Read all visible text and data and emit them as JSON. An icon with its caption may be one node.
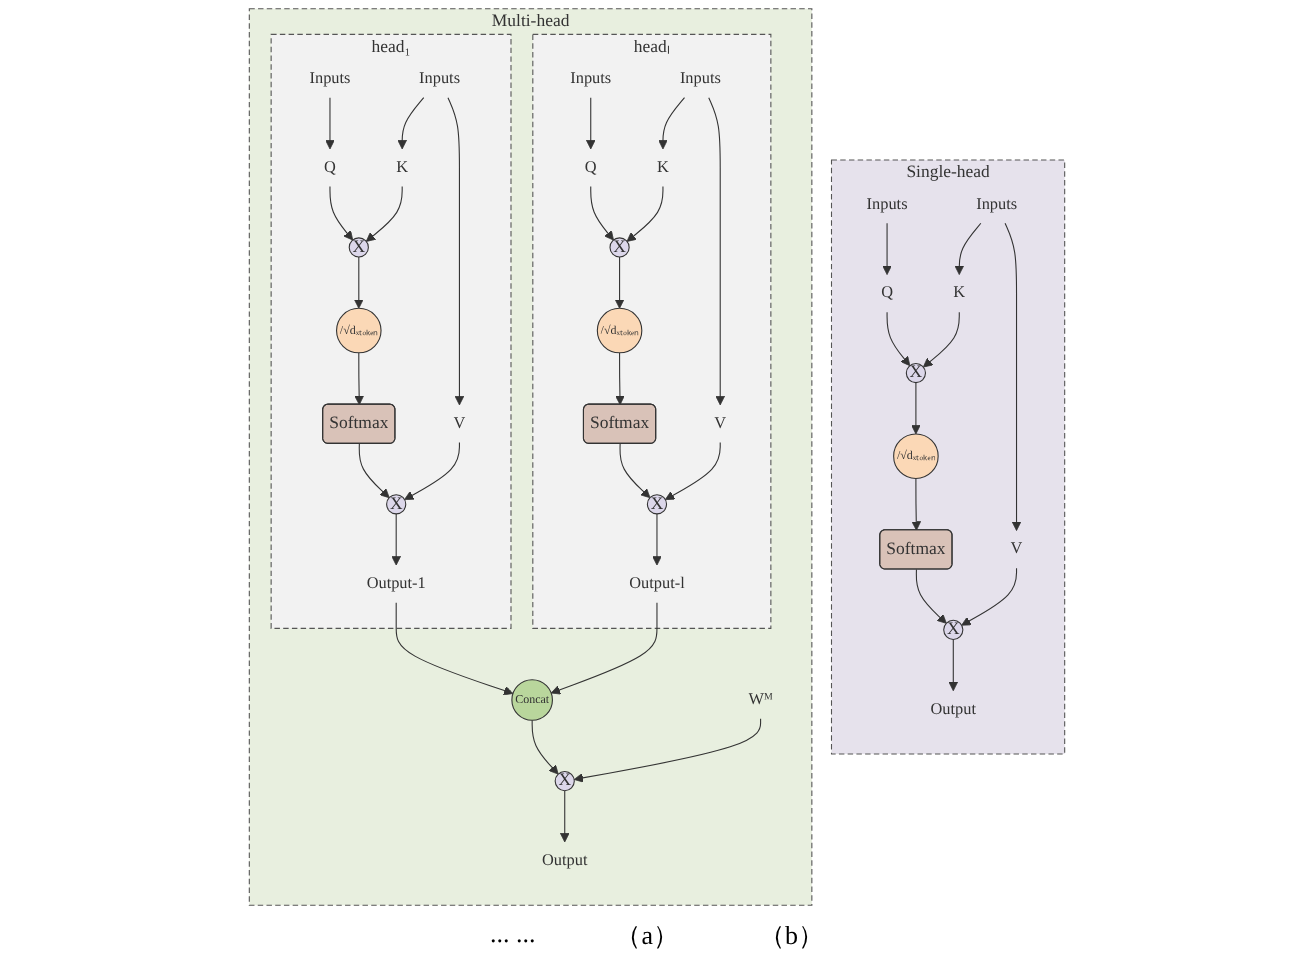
{
  "diagram": {
    "nodes": [
      {
        "text": [
          "Single-head"
        ]
      },
      {
        "text": [
          "Output"
        ],
        "in": 0
      },
      {
        "text": [
          "X"
        ],
        "in": 0
      },
      {
        "text": [
          "Softmax"
        ],
        "in": 0
      },
      {
        "text": [
          "/√dₓₜₒₖₑₙ"
        ],
        "in": 0
      },
      {
        "text": [
          "X"
        ],
        "in": 0
      },
      {
        "text": [
          "Q"
        ],
        "in": 0
      },
      {
        "text": [
          "K"
        ],
        "in": 0
      },
      {
        "text": [
          "V"
        ],
        "in": 0
      },
      {
        "text": [
          "Inputs"
        ],
        "in": 0
      },
      {
        "text": [
          "Inputs"
        ],
        "in": 0
      },
      {
        "text": [
          "Multi-head"
        ]
      },
      {
        "text": [
          "X"
        ],
        "in": 11
      },
      {
        "text": [
          "Output"
        ],
        "in": 11
      },
      {
        "text": [
          "Wᴹ"
        ],
        "in": 11
      },
      {
        "text": [
          "Concat"
        ],
        "in": 11
      },
      {
        "text": [
          "head₁"
        ],
        "in": 11
      },
      {
        "text": [
          "Output-1"
        ],
        "in": 16
      },
      {
        "text": [
          "X"
        ],
        "in": 16
      },
      {
        "text": [
          "Softmax"
        ],
        "in": 16
      },
      {
        "text": [
          "/√dₓₜₒₖₑₙ"
        ],
        "in": 16
      },
      {
        "text": [
          "X"
        ],
        "in": 16
      },
      {
        "text": [
          "Q"
        ],
        "in": 16
      },
      {
        "text": [
          "K"
        ],
        "in": 16
      },
      {
        "text": [
          "V"
        ],
        "in": 16
      },
      {
        "text": [
          "Inputs"
        ],
        "in": 16
      },
      {
        "text": [
          "Inputs"
        ],
        "in": 16
      },
      {
        "text": [
          "headₗ"
        ],
        "in": 11
      },
      {
        "text": [
          "Output-l"
        ],
        "in": 27
      },
      {
        "text": [
          "X"
        ],
        "in": 27
      },
      {
        "text": [
          "Softmax"
        ],
        "in": 27
      },
      {
        "text": [
          "/√dₓₜₒₖₑₙ"
        ],
        "in": 27
      },
      {
        "text": [
          "X"
        ],
        "in": 27
      },
      {
        "text": [
          "Q"
        ],
        "in": 27
      },
      {
        "text": [
          "K"
        ],
        "in": 27
      },
      {
        "text": [
          "V"
        ],
        "in": 27
      },
      {
        "text": [
          "Inputs"
        ],
        "in": 27
      },
      {
        "text": [
          "Inputs"
        ],
        "in": 27
      }
    ],
    "edges": [
      {
        "from": 9,
        "to": 6,
        "arrow": "to"
      },
      {
        "from": 10,
        "to": 7,
        "arrow": "to"
      },
      {
        "from": 10,
        "to": 8,
        "arrow": "to"
      },
      {
        "from": 6,
        "to": 5,
        "arrow": "to"
      },
      {
        "from": 7,
        "to": 5,
        "arrow": "to"
      },
      {
        "from": 5,
        "to": 4,
        "arrow": "to"
      },
      {
        "from": 4,
        "to": 3,
        "arrow": "to"
      },
      {
        "from": 3,
        "to": 2,
        "arrow": "to"
      },
      {
        "from": 8,
        "to": 2,
        "arrow": "to"
      },
      {
        "from": 2,
        "to": 1,
        "arrow": "to"
      },
      {
        "from": 25,
        "to": 22,
        "arrow": "to"
      },
      {
        "from": 26,
        "to": 23,
        "arrow": "to"
      },
      {
        "from": 26,
        "to": 24,
        "arrow": "to"
      },
      {
        "from": 22,
        "to": 21,
        "arrow": "to"
      },
      {
        "from": 23,
        "to": 21,
        "arrow": "to"
      },
      {
        "from": 21,
        "to": 20,
        "arrow": "to"
      },
      {
        "from": 20,
        "to": 19,
        "arrow": "to"
      },
      {
        "from": 19,
        "to": 18,
        "arrow": "to"
      },
      {
        "from": 24,
        "to": 18,
        "arrow": "to"
      },
      {
        "from": 18,
        "to": 17,
        "arrow": "to"
      },
      {
        "from": 36,
        "to": 33,
        "arrow": "to"
      },
      {
        "from": 37,
        "to": 34,
        "arrow": "to"
      },
      {
        "from": 37,
        "to": 35,
        "arrow": "to"
      },
      {
        "from": 33,
        "to": 32,
        "arrow": "to"
      },
      {
        "from": 34,
        "to": 32,
        "arrow": "to"
      },
      {
        "from": 32,
        "to": 31,
        "arrow": "to"
      },
      {
        "from": 31,
        "to": 30,
        "arrow": "to"
      },
      {
        "from": 30,
        "to": 29,
        "arrow": "to"
      },
      {
        "from": 35,
        "to": 29,
        "arrow": "to"
      },
      {
        "from": 29,
        "to": 28,
        "arrow": "to"
      },
      {
        "from": 17,
        "to": 15,
        "arrow": "to"
      },
      {
        "from": 28,
        "to": 15,
        "arrow": "to"
      },
      {
        "from": 15,
        "to": 12,
        "arrow": "to"
      },
      {
        "from": 14,
        "to": 12,
        "arrow": "to"
      },
      {
        "from": 12,
        "to": 13,
        "arrow": "to"
      }
    ],
    "labels": [
      "... ...",
      "（a）",
      "（b）"
    ]
  }
}
